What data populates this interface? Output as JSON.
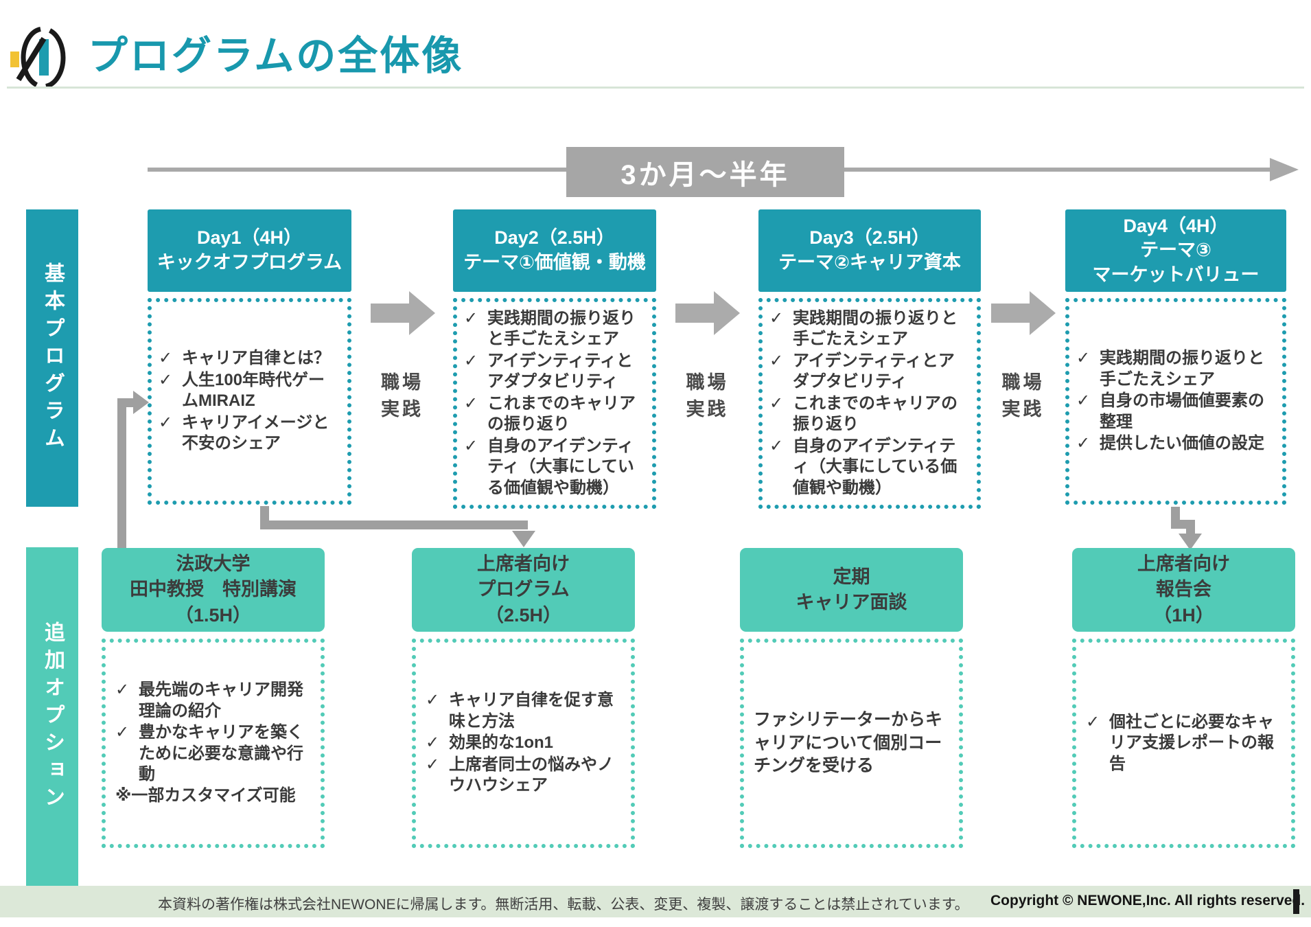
{
  "page": {
    "title": "プログラムの全体像"
  },
  "timeline": {
    "label": "3か月～半年"
  },
  "side_labels": {
    "basic": "基本プログラム",
    "optional": "追加オプション"
  },
  "workplace": {
    "line1": "職場",
    "line2": "実践"
  },
  "glyphs": {
    "check": "✓"
  },
  "colors": {
    "teal": "#1e9caf",
    "mint": "#52cbb7",
    "title_teal": "#1898ad",
    "gray": "#a6a6a6",
    "text": "#3a3a3a",
    "footer_bg": "#dce8d8",
    "logo_yellow": "#f2c233"
  },
  "programs": [
    {
      "title_lines": [
        "Day1（4H）",
        "キックオフプログラム"
      ],
      "bullets": [
        "キャリア自律とは？",
        "人生100年時代ゲームMIRAIZ",
        "キャリアイメージと不安のシェア"
      ]
    },
    {
      "title_lines": [
        "Day2（2.5H）",
        "テーマ①価値観・動機"
      ],
      "bullets": [
        "実践期間の振り返りと手ごたえシェア",
        "アイデンティティとアダプタビリティ",
        "これまでのキャリアの振り返り",
        "自身のアイデンティティ（大事にしている価値観や動機）"
      ]
    },
    {
      "title_lines": [
        "Day3（2.5H）",
        "テーマ②キャリア資本"
      ],
      "bullets": [
        "実践期間の振り返りと手ごたえシェア",
        "アイデンティティとアダプタビリティ",
        "これまでのキャリアの振り返り",
        "自身のアイデンティティ（大事にしている価値観や動機）"
      ]
    },
    {
      "title_lines": [
        "Day4（4H）",
        "テーマ③",
        "マーケットバリュー"
      ],
      "bullets": [
        "実践期間の振り返りと手ごたえシェア",
        "自身の市場価値要素の整理",
        "提供したい価値の設定"
      ]
    }
  ],
  "options": [
    {
      "title_lines": [
        "法政大学",
        "田中教授　特別講演",
        "（1.5H）"
      ],
      "bullets": [
        "最先端のキャリア開発理論の紹介",
        "豊かなキャリアを築くために必要な意識や行動"
      ],
      "note": "※一部カスタマイズ可能"
    },
    {
      "title_lines": [
        "上席者向け",
        "プログラム",
        "（2.5H）"
      ],
      "bullets": [
        "キャリア自律を促す意味と方法",
        "効果的な1on1",
        "上席者同士の悩みやノウハウシェア"
      ]
    },
    {
      "title_lines": [
        "定期",
        "キャリア面談"
      ],
      "paragraph": "ファシリテーターからキャリアについて個別コーチングを受ける"
    },
    {
      "title_lines": [
        "上席者向け",
        "報告会",
        "（1H）"
      ],
      "bullets": [
        "個社ごとに必要なキャリア支援レポートの報告"
      ]
    }
  ],
  "footer": {
    "notice": "本資料の著作権は株式会社NEWONEに帰属します。無断活用、転載、公表、変更、複製、譲渡することは禁止されています。",
    "copyright": "Copyright © NEWONE,Inc.  All rights reserved."
  }
}
